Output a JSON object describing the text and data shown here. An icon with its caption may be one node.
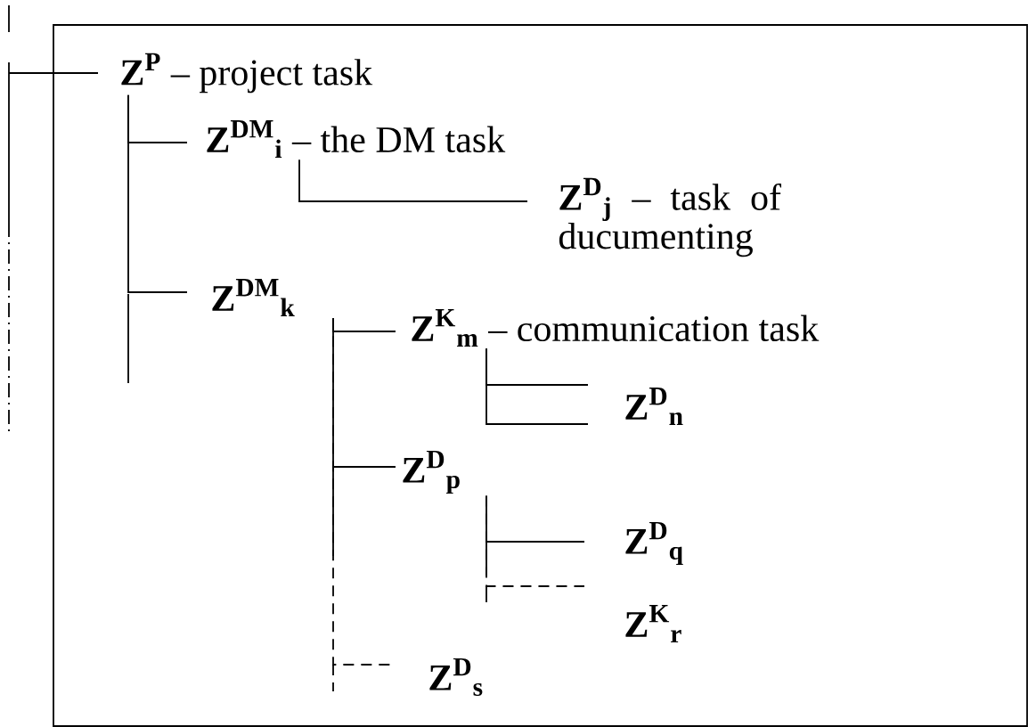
{
  "diagram": {
    "nodes": [
      {
        "text": [
          "\\textbf{Z}^{\\textbf{P}}",
          "– project task"
        ]
      },
      {
        "text": [
          "\\textbf{Z}^{\\textbf{DM}}{}_{\\textbf{i}}",
          "– the DM task"
        ]
      },
      {
        "text": [
          "\\textbf{Z}^{\\textbf{D}}{}_{\\textbf{j}}",
          "– task of ducumenting"
        ]
      },
      {
        "text": [
          "\\textbf{Z}^{\\textbf{DM}}{}_{\\textbf{k}}"
        ]
      },
      {
        "text": [
          "\\textbf{Z}^{\\textbf{K}}{}_{\\textbf{m}}",
          "– communication task"
        ]
      },
      {
        "text": [
          "\\textbf{Z}^{\\textbf{D}}{}_{\\textbf{n}}"
        ]
      },
      {
        "text": [
          "\\textbf{Z}^{\\textbf{D}}{}_{\\textbf{p}}"
        ]
      },
      {
        "text": [
          "\\textbf{Z}^{\\textbf{D}}{}_{\\textbf{q}}"
        ]
      },
      {
        "text": [
          "\\textbf{Z}^{\\textbf{K}}{}_{\\textbf{r}}"
        ]
      },
      {
        "text": [
          "\\textbf{Z}^{\\textbf{D}}{}_{\\textbf{s}}"
        ]
      }
    ],
    "edges": [
      {
        "from": null,
        "to": 0,
        "arrow": "none"
      },
      {
        "from": 0,
        "to": 1,
        "arrow": "none"
      },
      {
        "from": 0,
        "to": 3,
        "arrow": "none"
      },
      {
        "from": 1,
        "to": 2,
        "arrow": "none"
      },
      {
        "from": 3,
        "to": 4,
        "arrow": "none"
      },
      {
        "from": 3,
        "to": 6,
        "arrow": "none"
      },
      {
        "from": 3,
        "to": 9,
        "arrow": "none",
        "style": "dashed"
      },
      {
        "from": 4,
        "to": 5,
        "arrow": "none"
      },
      {
        "from": 4,
        "to": 5,
        "arrow": "none"
      },
      {
        "from": 6,
        "to": 7,
        "arrow": "none"
      },
      {
        "from": 6,
        "to": 8,
        "arrow": "none",
        "style": "dashed"
      }
    ]
  }
}
